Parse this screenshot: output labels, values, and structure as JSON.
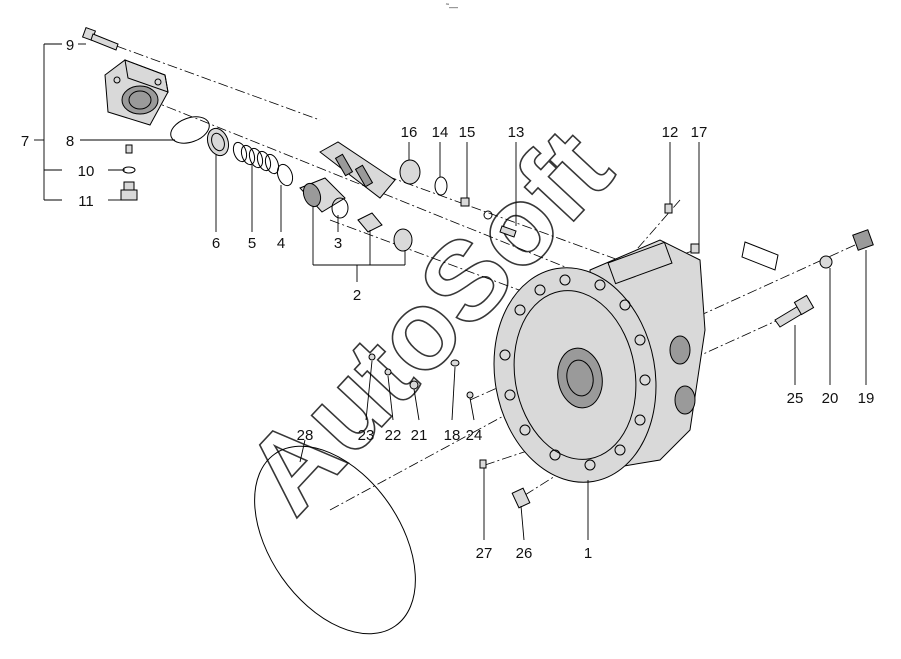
{
  "header": {
    "mark": "˜—"
  },
  "watermark": {
    "text": "AutoSoft"
  },
  "callouts": {
    "p1": "1",
    "p2": "2",
    "p3": "3",
    "p4": "4",
    "p5": "5",
    "p6": "6",
    "p7": "7",
    "p8": "8",
    "p9": "9",
    "p10": "10",
    "p11": "11",
    "p12": "12",
    "p13": "13",
    "p14": "14",
    "p15": "15",
    "p16": "16",
    "p17": "17",
    "p18": "18",
    "p19": "19",
    "p20": "20",
    "p21": "21",
    "p22": "22",
    "p23": "23",
    "p24": "24",
    "p25": "25",
    "p26": "26",
    "p27": "27",
    "p28": "28"
  }
}
